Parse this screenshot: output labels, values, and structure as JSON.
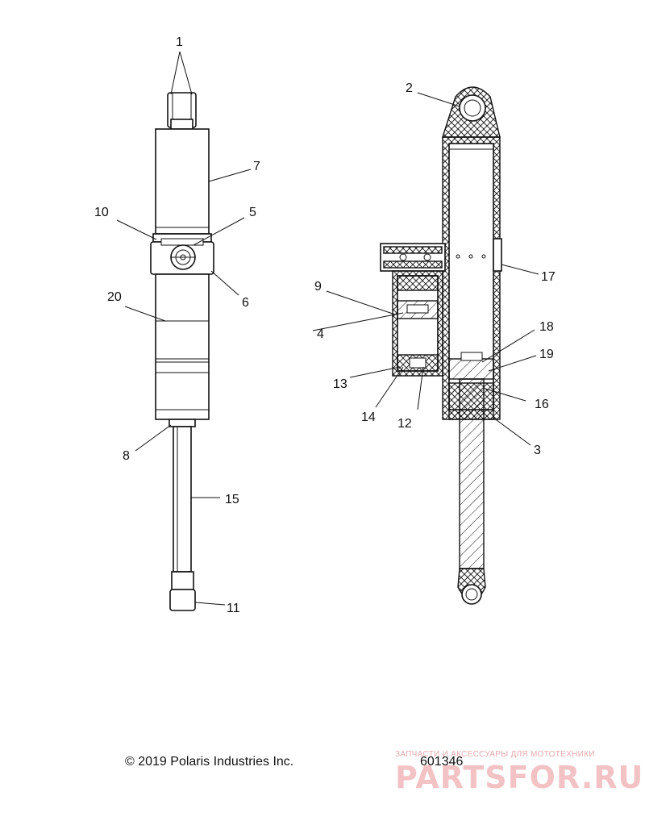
{
  "callouts": {
    "c1": "1",
    "c2": "2",
    "c3": "3",
    "c4": "4",
    "c5": "5",
    "c6": "6",
    "c7": "7",
    "c8": "8",
    "c9": "9",
    "c10": "10",
    "c11": "11",
    "c12": "12",
    "c13": "13",
    "c14": "14",
    "c15": "15",
    "c16": "16",
    "c17": "17",
    "c18": "18",
    "c19": "19",
    "c20": "20"
  },
  "footer": {
    "copyright": "© 2019 Polaris Industries Inc.",
    "figure_number": "601346"
  },
  "watermark": {
    "tagline": "ЗАПЧАСТИ И АКСЕССУАРЫ ДЛЯ МОТОТЕХНИКИ",
    "logo": "PARTSFOR.RU"
  }
}
